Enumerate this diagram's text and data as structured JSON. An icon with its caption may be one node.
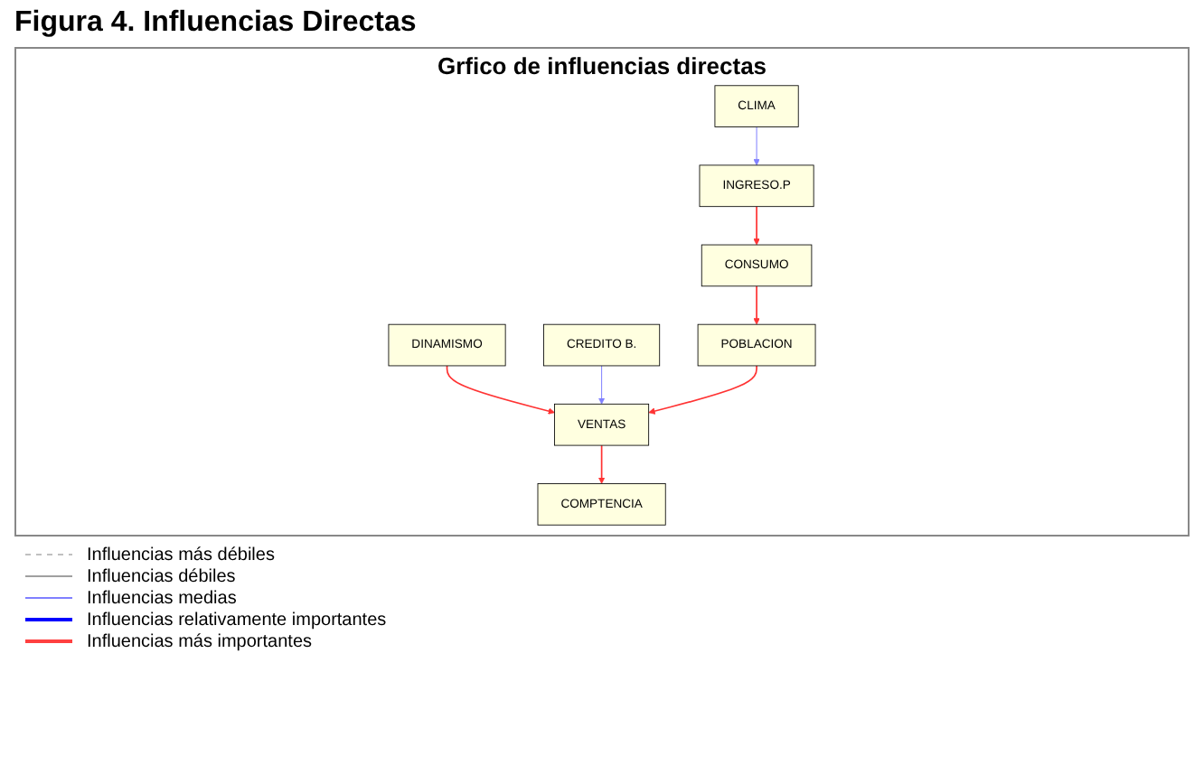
{
  "diagram": {
    "title": "Figura 4. Influencias Directas",
    "nodes": [
      {
        "text": [
          "DINAMISMO"
        ]
      },
      {
        "text": [
          "INGRESO.P"
        ]
      },
      {
        "text": [
          "VENTAS"
        ]
      },
      {
        "text": [
          "CREDITO B."
        ]
      },
      {
        "text": [
          "CLIMA"
        ]
      },
      {
        "text": [
          "COMPTENCIA"
        ]
      },
      {
        "text": [
          "CONSUMO"
        ]
      },
      {
        "text": [
          "POBLACION"
        ]
      }
    ],
    "edges": [
      {
        "from": 0,
        "to": 2,
        "arrow": "to"
      },
      {
        "from": 1,
        "to": 6,
        "arrow": "to"
      },
      {
        "from": 4,
        "to": 1,
        "arrow": "to",
        "color": "#8080ff"
      },
      {
        "from": 3,
        "to": 2,
        "arrow": "to",
        "color": "#8080ff"
      },
      {
        "from": 2,
        "to": 5,
        "arrow": "to"
      },
      {
        "from": 7,
        "to": 2,
        "arrow": "to"
      },
      {
        "from": 6,
        "to": 7,
        "arrow": "to"
      }
    ],
    "labels": [
      "Grfico de influencias directas"
    ],
    "legend": [
      {
        "text": "Influencias más débiles"
      },
      {
        "text": "Influencias débiles"
      },
      {
        "text": "Influencias medias"
      },
      {
        "text": "Influencias relativamente importantes"
      },
      {
        "text": "Influencias más importantes"
      }
    ]
  }
}
